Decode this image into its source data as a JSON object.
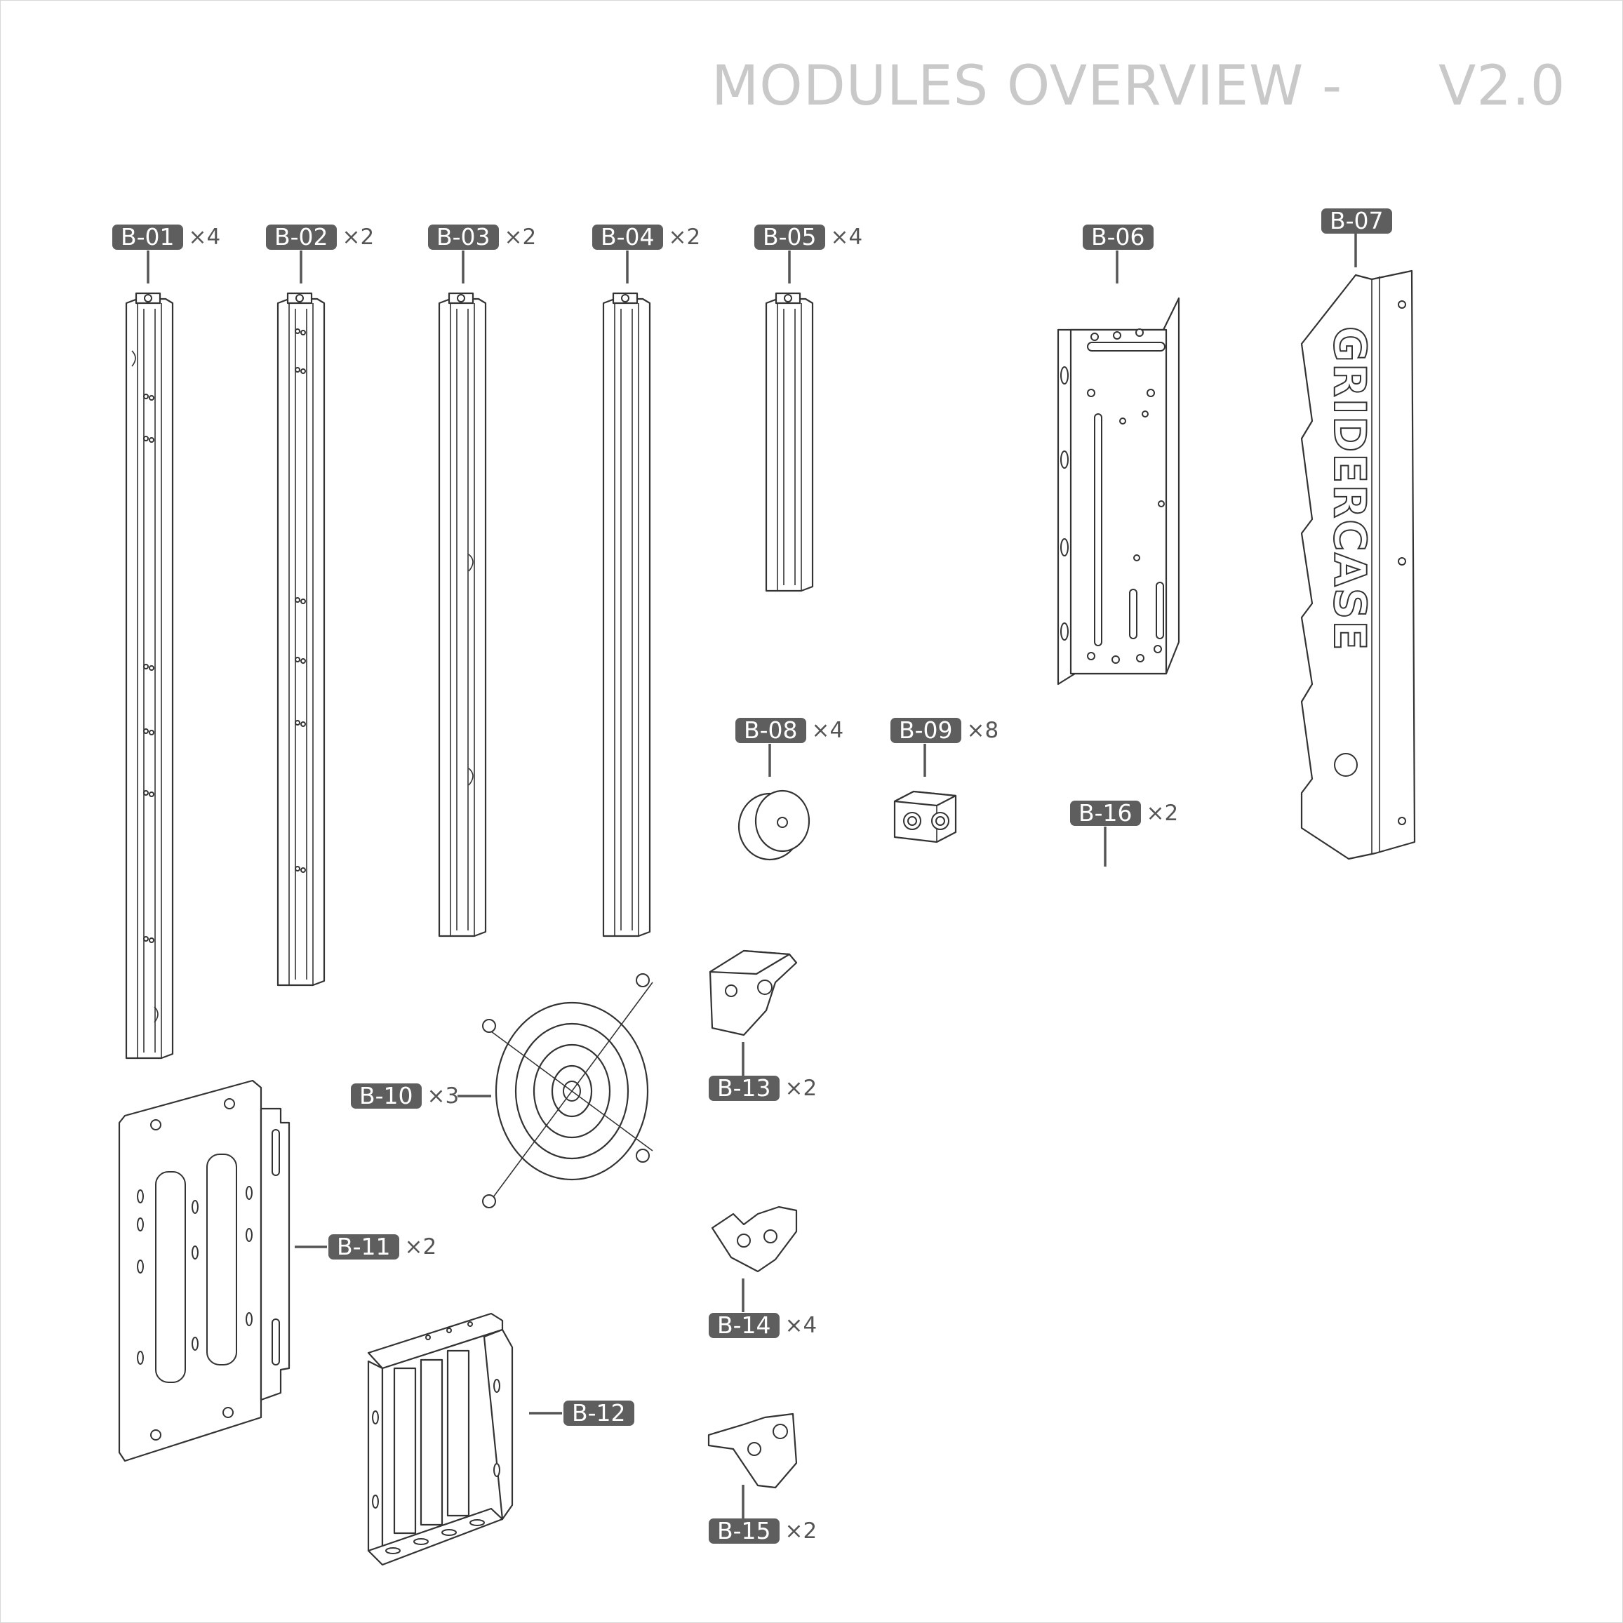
{
  "header": {
    "title": "MODULES OVERVIEW -",
    "version": "V2.0"
  },
  "parts": {
    "b01": {
      "id": "B-01",
      "qty": "×4"
    },
    "b02": {
      "id": "B-02",
      "qty": "×2"
    },
    "b03": {
      "id": "B-03",
      "qty": "×2"
    },
    "b04": {
      "id": "B-04",
      "qty": "×2"
    },
    "b05": {
      "id": "B-05",
      "qty": "×4"
    },
    "b06": {
      "id": "B-06",
      "qty": ""
    },
    "b07": {
      "id": "B-07",
      "qty": ""
    },
    "b08": {
      "id": "B-08",
      "qty": "×4"
    },
    "b09": {
      "id": "B-09",
      "qty": "×8"
    },
    "b10": {
      "id": "B-10",
      "qty": "×3"
    },
    "b11": {
      "id": "B-11",
      "qty": "×2"
    },
    "b12": {
      "id": "B-12",
      "qty": ""
    },
    "b13": {
      "id": "B-13",
      "qty": "×2"
    },
    "b14": {
      "id": "B-14",
      "qty": "×4"
    },
    "b15": {
      "id": "B-15",
      "qty": "×2"
    },
    "b16": {
      "id": "B-16",
      "qty": "×2"
    }
  },
  "bracket_logo_text": "GRIDERCASE"
}
